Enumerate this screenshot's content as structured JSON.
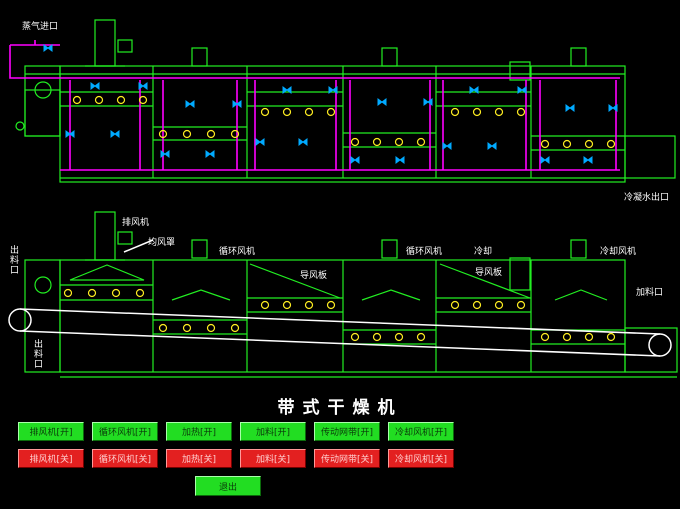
{
  "colors": {
    "outline": "#22ee22",
    "pipe": "#ff00ff",
    "valve": "#00aaff",
    "heater": "#ffee22",
    "belt": "#ffffff",
    "on": "#22dd22",
    "off": "#e32020"
  },
  "top_diagram": {
    "steam_inlet_label": "蒸气进口",
    "cooling_water_outlet_label": "冷凝水出口"
  },
  "bottom_diagram": {
    "exhaust_fan_label": "排风机",
    "air_hood_label": "均风罩",
    "circ_fan_labels": [
      "循环风机",
      "循环风机"
    ],
    "air_plate_labels": [
      "导风板",
      "导风板"
    ],
    "cooling_label": "冷却",
    "cooling_fan_label": "冷却风机",
    "discharge_label": "出料口",
    "feed_label": "加料口",
    "outlet_label": "出料口"
  },
  "title": "带式干燥机",
  "buttons": {
    "on_row": [
      "排风机[开]",
      "循环风机[开]",
      "加热[开]",
      "加料[开]",
      "传动网带[开]",
      "冷却风机[开]"
    ],
    "off_row": [
      "排风机[关]",
      "循环风机[关]",
      "加热[关]",
      "加料[关]",
      "传动网带[关]",
      "冷却风机[关]"
    ],
    "exit": "退出"
  }
}
